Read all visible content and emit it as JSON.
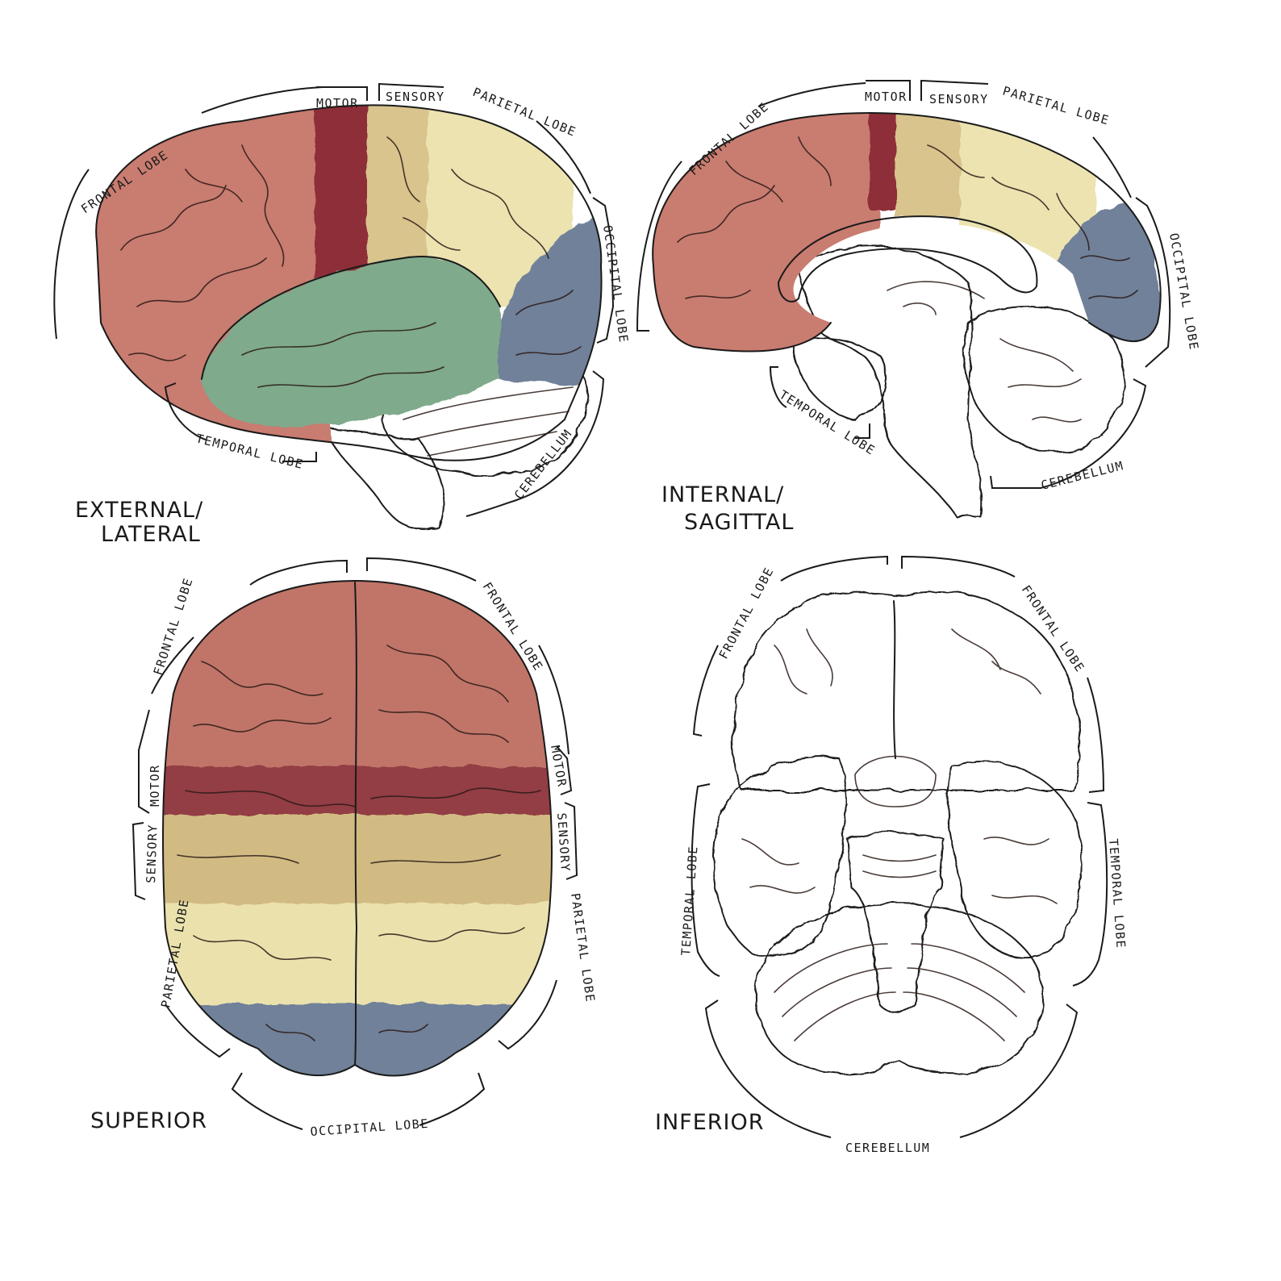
{
  "colors": {
    "frontal": "#c97c70",
    "motor": "#8e2f37",
    "sensory": "#d8c48c",
    "parietal": "#ece3b0",
    "temporal": "#7faa8c",
    "temporal_inferior": "#a9c6b4",
    "occipital": "#6f8199",
    "cerebellum": "#56709a",
    "brainstem": "#9d837a"
  },
  "lateral": {
    "view_line1": "EXTERNAL/",
    "view_line2": "LATERAL",
    "frontal": "FRONTAL LOBE",
    "motor": "MOTOR",
    "sensory": "SENSORY",
    "parietal": "PARIETAL LOBE",
    "occipital": "OCCIPITAL LOBE",
    "temporal": "TEMPORAL LOBE",
    "cerebellum": "CEREBELLUM"
  },
  "sagittal": {
    "view_line1": "INTERNAL/",
    "view_line2": "SAGITTAL",
    "frontal": "FRONTAL LOBE",
    "motor": "MOTOR",
    "sensory": "SENSORY",
    "parietal": "PARIETAL LOBE",
    "occipital": "OCCIPITAL LOBE",
    "temporal": "TEMPORAL LOBE",
    "cerebellum": "CEREBELLUM"
  },
  "superior": {
    "view": "SUPERIOR",
    "frontal_left": "FRONTAL LOBE",
    "frontal_right": "FRONTAL LOBE",
    "motor_left": "MOTOR",
    "motor_right": "MOTOR",
    "sensory_left": "SENSORY",
    "sensory_right": "SENSORY",
    "parietal_left": "PARIETAL LOBE",
    "parietal_right": "PARIETAL LOBE",
    "occipital": "OCCIPITAL LOBE"
  },
  "inferior": {
    "view": "INFERIOR",
    "frontal_left": "FRONTAL LOBE",
    "frontal_right": "FRONTAL LOBE",
    "temporal_left": "TEMPORAL LOBE",
    "temporal_right": "TEMPORAL LOBE",
    "cerebellum": "CEREBELLUM"
  }
}
